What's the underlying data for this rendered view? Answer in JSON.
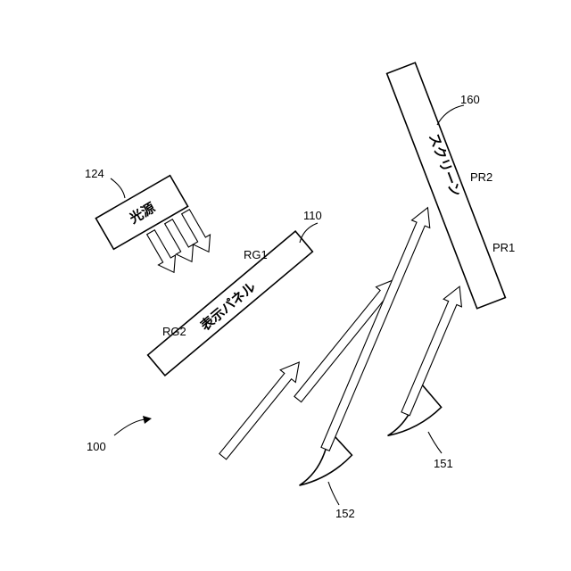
{
  "labels": {
    "system": "100",
    "panel": "110",
    "light_source": "124",
    "mirror_151": "151",
    "mirror_152": "152",
    "screen": "160",
    "rg1": "RG1",
    "rg2": "RG2",
    "pr1": "PR1",
    "pr2": "PR2"
  },
  "text": {
    "light_source": "光源",
    "display_panel": "表示パネル",
    "screen": "スクリーン"
  }
}
